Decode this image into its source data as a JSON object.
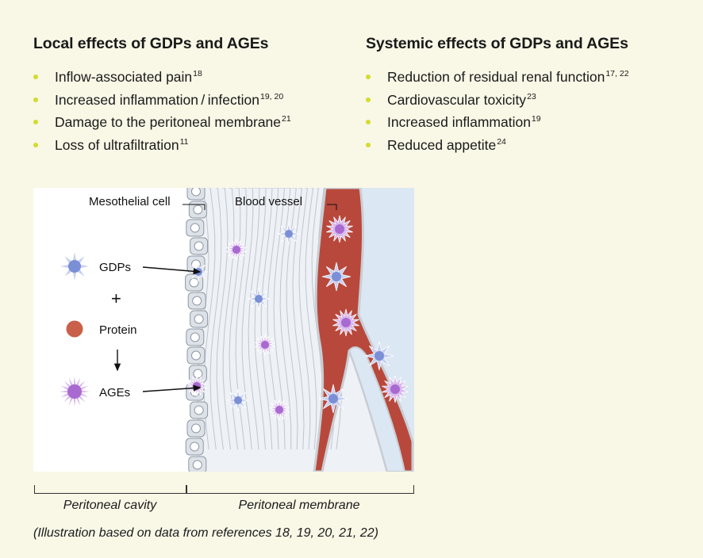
{
  "local": {
    "title": "Local effects of GDPs and AGEs",
    "items": [
      {
        "text": "Inflow-associated pain",
        "ref": "18"
      },
      {
        "text": "Increased inflammation / infection",
        "ref": "19, 20"
      },
      {
        "text": "Damage to the peritoneal membrane",
        "ref": "21"
      },
      {
        "text": "Loss of ultrafiltration",
        "ref": "11"
      }
    ]
  },
  "systemic": {
    "title": "Systemic effects of GDPs and AGEs",
    "items": [
      {
        "text": "Reduction of residual renal function",
        "ref": "17, 22"
      },
      {
        "text": "Cardiovascular toxicity",
        "ref": "23"
      },
      {
        "text": "Increased inflammation",
        "ref": "19"
      },
      {
        "text": "Reduced appetite",
        "ref": "24"
      }
    ]
  },
  "figure": {
    "mesothelial_label": "Mesothelial cell",
    "vessel_label": "Blood vessel",
    "legend": {
      "gdps": "GDPs",
      "plus": "+",
      "protein": "Protein",
      "ages": "AGEs"
    },
    "regions": {
      "cavity": "Peritoneal cavity",
      "membrane": "Peritoneal membrane"
    }
  },
  "footnote": "(Illustration based on data from references 18, 19, 20, 21, 22)",
  "colors": {
    "bullet": "#d4dc2e",
    "gdp": "#7b8fd6",
    "age": "#a86ad0",
    "protein": "#c9604a",
    "vessel": "#b8483b",
    "tissue_light": "#dbe7f3"
  }
}
